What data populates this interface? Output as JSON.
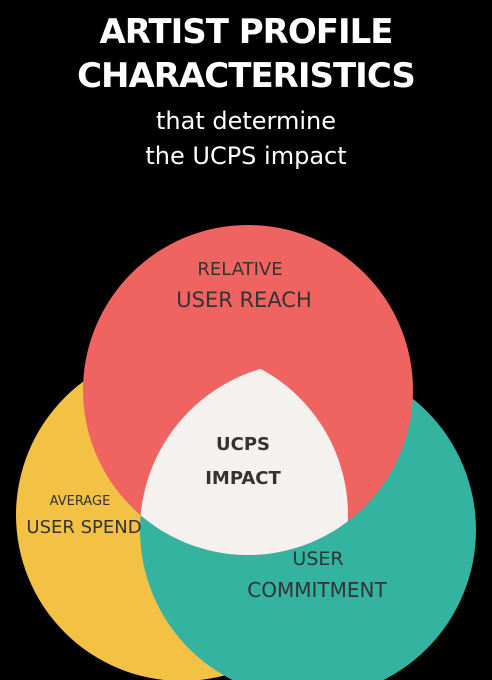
{
  "header": {
    "title_line1": "ARTIST PROFILE",
    "title_line2": "CHARACTERISTICS",
    "subtitle_line1": "that determine",
    "subtitle_line2": "the UCPS impact"
  },
  "venn": {
    "reach": {
      "line1": "RELATIVE",
      "line2": "USER REACH",
      "color": "#ef6461"
    },
    "spend": {
      "line1": "AVERAGE",
      "line2": "USER SPEND",
      "color": "#f3c244"
    },
    "commitment": {
      "line1": "USER",
      "line2": "COMMITMENT",
      "color": "#33b3a0"
    },
    "center": {
      "line1": "UCPS",
      "line2": "IMPACT",
      "color": "#f4f1ee"
    }
  }
}
